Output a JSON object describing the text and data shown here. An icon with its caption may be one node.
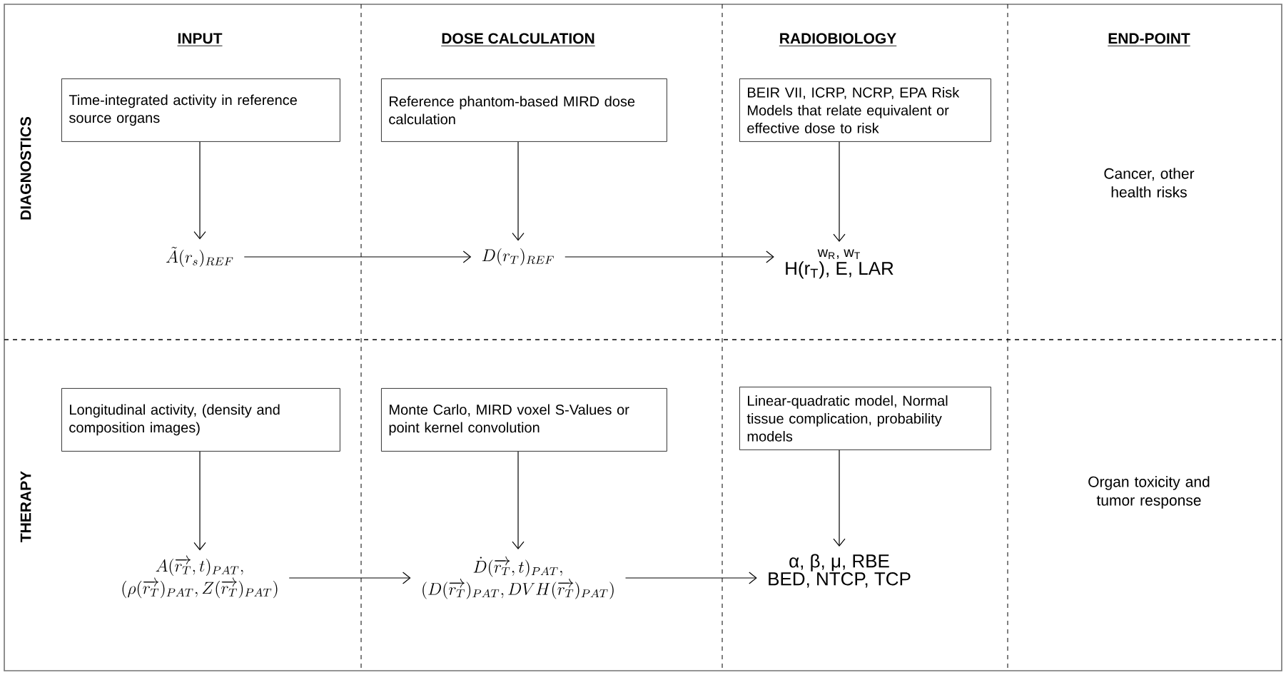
{
  "diagram": {
    "nodes": [
      {
        "text": [
          "Time-integrated activity in reference source organs"
        ]
      },
      {
        "text": [
          "\\tilde{A}(r_s)_{REF}"
        ]
      },
      {
        "text": [
          "Reference phantom-based MIRD dose calculation"
        ]
      },
      {
        "text": [
          "D(r_T)_{REF}"
        ]
      },
      {
        "text": [
          "BEIR VII, ICRP, NCRP, EPA Risk Models that relate equivalent or effective dose to risk"
        ]
      },
      {
        "text": [
          "w$_{R}$, w$_{T}$",
          "H(r$_{T}$), E, LAR"
        ]
      },
      {
        "text": [
          "Longitudinal activity, (density and composition images)"
        ]
      },
      {
        "text": [
          "A(\\overrightarrow{r_T},t)_{PAT},",
          "(\\rho(\\overrightarrow{r_T})_{PAT}, Z(\\overrightarrow{r_T})_{PAT})"
        ]
      },
      {
        "text": [
          "Monte Carlo, MIRD voxel S-Values or point kernel convolution"
        ]
      },
      {
        "text": [
          "\\dot{D}(\\overrightarrow{r_T},t)_{PAT},",
          "(D(\\overrightarrow{r_T})_{PAT}, DVH(\\overrightarrow{r_T})_{PAT})"
        ]
      },
      {
        "text": [
          "Linear-quadratic model, Normal tissue complication, probability models"
        ]
      },
      {
        "text": [
          "α, β, μ, RBE",
          "BED, NTCP, TCP"
        ]
      }
    ],
    "edges": [
      {
        "from": 0,
        "to": 1,
        "arrow": "to"
      },
      {
        "from": 1,
        "to": 3,
        "arrow": "to"
      },
      {
        "from": 2,
        "to": 3,
        "arrow": "to"
      },
      {
        "from": 3,
        "to": 5,
        "arrow": "to"
      },
      {
        "from": 4,
        "to": 5,
        "arrow": "to"
      },
      {
        "from": 6,
        "to": 7,
        "arrow": "to"
      },
      {
        "from": 7,
        "to": 9,
        "arrow": "to"
      },
      {
        "from": 8,
        "to": 9,
        "arrow": "to"
      },
      {
        "from": 9,
        "to": 11,
        "arrow": "to"
      },
      {
        "from": 10,
        "to": 11,
        "arrow": "to"
      }
    ],
    "labels": [
      "INPUT",
      "DOSE CALCULATION",
      "RADIOBIOLOGY",
      "END-POINT",
      "DIAGNOSTICS",
      "Cancer, other health risks",
      "THERAPY",
      "Organ toxicity and tumor response"
    ]
  }
}
